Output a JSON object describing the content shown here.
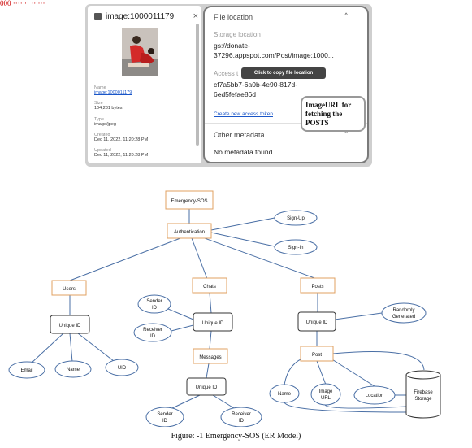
{
  "top_strip": "000  ···· ·· ·· ···",
  "screenshot": {
    "file_panel": {
      "title": "image:1000011179",
      "close_glyph": "×",
      "name_label": "Name",
      "name_value": "image:1000011179",
      "size_label": "Size",
      "size_value": "104,281 bytes",
      "type_label": "Type",
      "type_value": "image/jpeg",
      "created_label": "Created",
      "created_value": "Dec 11, 2022, 11:20:28 PM",
      "updated_label": "Updated",
      "updated_value": "Dec 11, 2022, 11:20:28 PM"
    },
    "location_panel": {
      "file_location_heading": "File location",
      "storage_location_label": "Storage location",
      "storage_location_line1": "gs://donate-",
      "storage_location_line2": "37296.appspot.com/Post/image:1000...",
      "access_token_label": "Access t",
      "access_token_line1": "cf7a5bb7-6a0b-4e90-817d-",
      "access_token_line2": "6ed5fefae86d",
      "tooltip": "Click to copy file location",
      "create_token_link": "Create new access token",
      "other_metadata_heading": "Other metadata",
      "no_metadata": "No metadata found",
      "callout": [
        "ImageURL for",
        "fetching the",
        "POSTS"
      ]
    }
  },
  "diagram": {
    "nodes": {
      "emergency_sos": "Emergency-SOS",
      "authentication": "Authentication",
      "sign_up": "Sign-Up",
      "sign_in": "Sign-In",
      "users": "Users",
      "chats": "Chats",
      "posts": "Posts",
      "users_unique_id": "Unique ID",
      "chats_unique_id": "Unique ID",
      "posts_unique_id": "Unique ID",
      "email": "Email",
      "name": "Name",
      "uid": "UID",
      "sender_id": [
        "Sender",
        "ID"
      ],
      "receiver_id": [
        "Receiver",
        "ID"
      ],
      "messages": "Messages",
      "messages_unique_id": "Unique ID",
      "msg_sender_id": [
        "Sender",
        "ID"
      ],
      "msg_receiver_id": [
        "Receiver",
        "ID"
      ],
      "randomly_generated": [
        "Randomly",
        "Generated"
      ],
      "post": "Post",
      "post_name": "Name",
      "image_url": [
        "Image",
        "URL"
      ],
      "location": "Location",
      "firebase_storage": [
        "Firebase",
        "Storage"
      ]
    }
  },
  "caption": "Figure: -1 Emergency-SOS (ER Model)"
}
